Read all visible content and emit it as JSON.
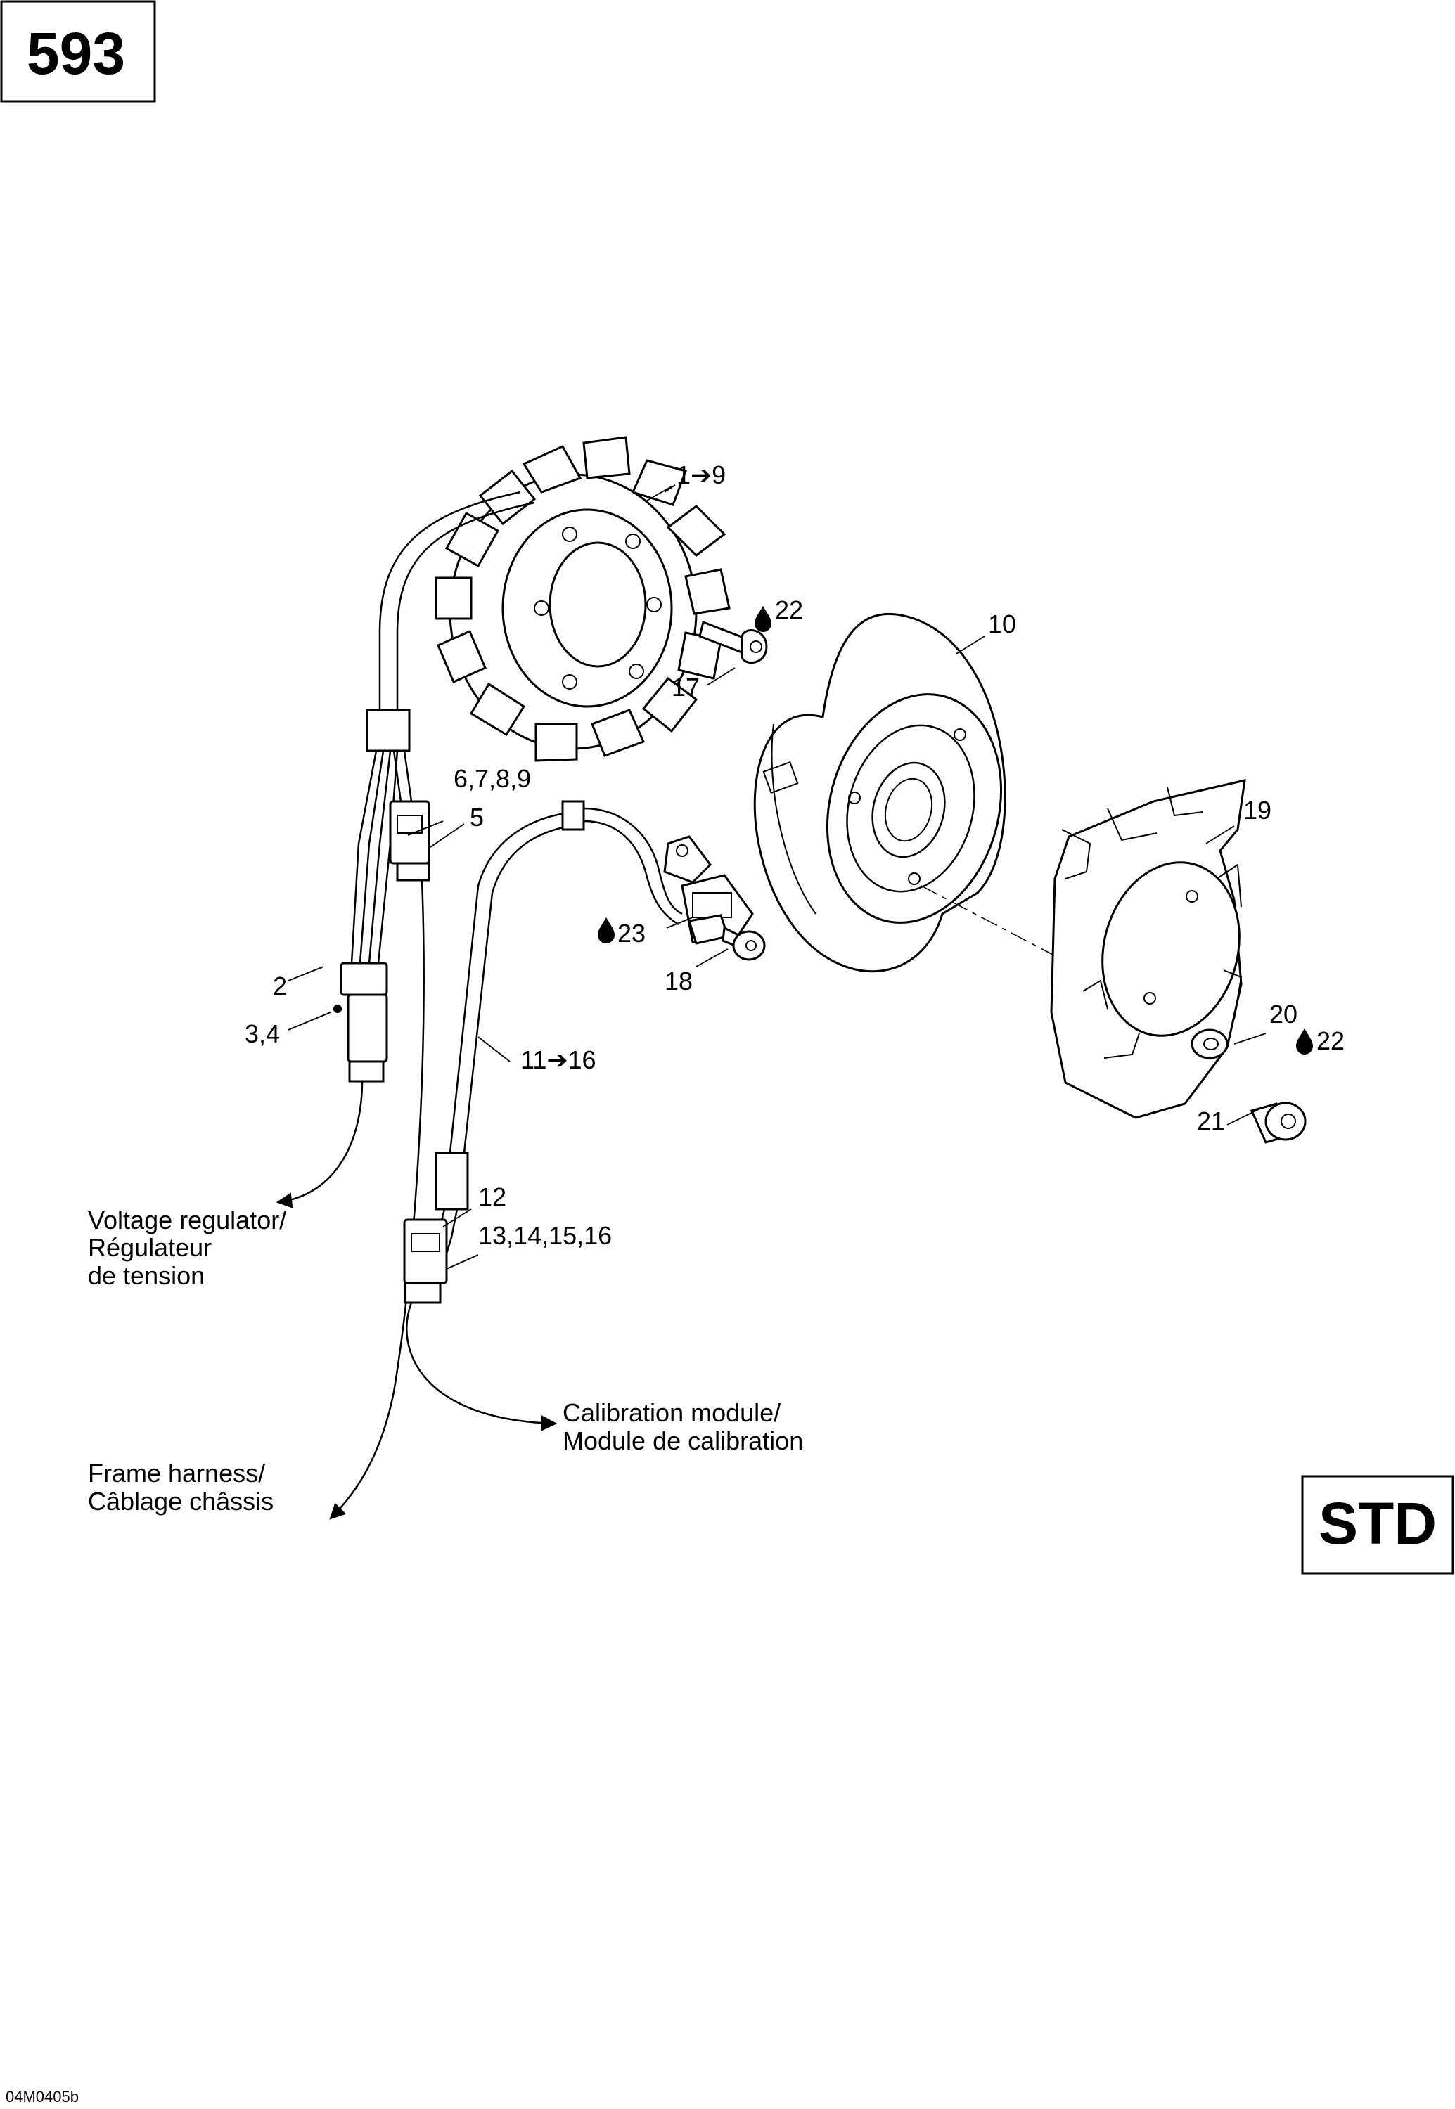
{
  "page_number": "593",
  "variant": "STD",
  "drawing_code": "04M0405b",
  "callouts": {
    "c1_9": "1➔9",
    "c22a": "22",
    "c17": "17",
    "c10": "10",
    "c6789": "6,7,8,9",
    "c5": "5",
    "c19": "19",
    "c23": "23",
    "c18": "18",
    "c2": "2",
    "c34": "3,4",
    "c11_16": "11➔16",
    "c20": "20",
    "c22b": "22",
    "c21": "21",
    "c12": "12",
    "c13_16": "13,14,15,16"
  },
  "destinations": {
    "voltage_regulator": [
      "Voltage regulator/",
      "Régulateur",
      "de tension"
    ],
    "calibration_module": [
      "Calibration module/",
      "Module de calibration"
    ],
    "frame_harness": [
      "Frame harness/",
      "Câblage châssis"
    ]
  },
  "icons": {
    "adhesive": "drop-icon"
  }
}
